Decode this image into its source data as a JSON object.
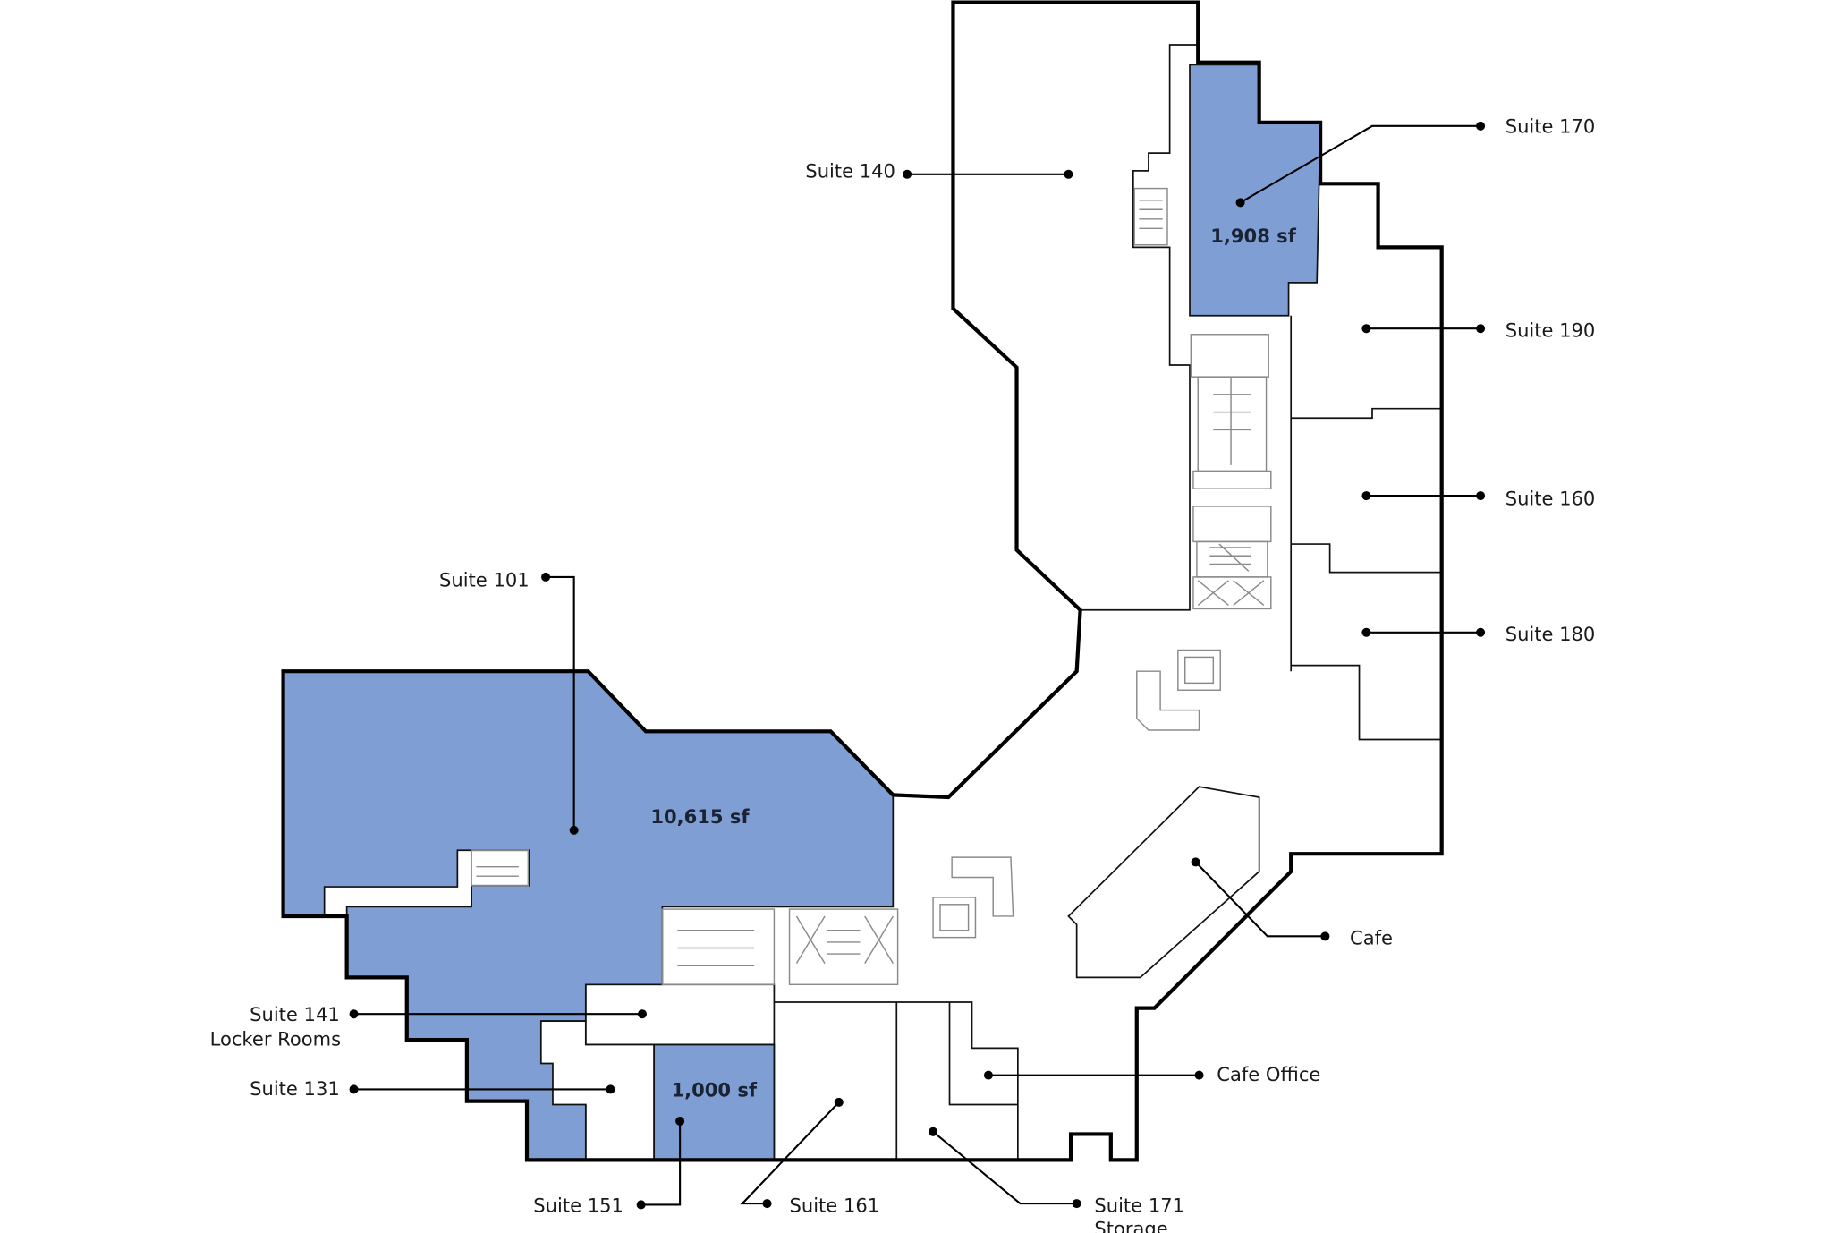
{
  "colors": {
    "available": "#7f9fd4",
    "outline": "#000000",
    "core": "#8a8a8a"
  },
  "suites": {
    "s170": {
      "label": "Suite 170",
      "area": "1,908 sf"
    },
    "s140": {
      "label": "Suite 140"
    },
    "s190": {
      "label": "Suite 190"
    },
    "s160": {
      "label": "Suite 160"
    },
    "s180": {
      "label": "Suite 180"
    },
    "s101": {
      "label": "Suite 101",
      "area": "10,615 sf"
    },
    "cafe": {
      "label": "Cafe"
    },
    "cafe_office": {
      "label": "Cafe Office"
    },
    "s141": {
      "label": "Suite 141",
      "sublabel": "Locker Rooms"
    },
    "s131": {
      "label": "Suite 131"
    },
    "s151": {
      "label": "Suite 151",
      "area": "1,000 sf"
    },
    "s161": {
      "label": "Suite 161"
    },
    "s171": {
      "label": "Suite 171",
      "sublabel": "Storage"
    }
  }
}
